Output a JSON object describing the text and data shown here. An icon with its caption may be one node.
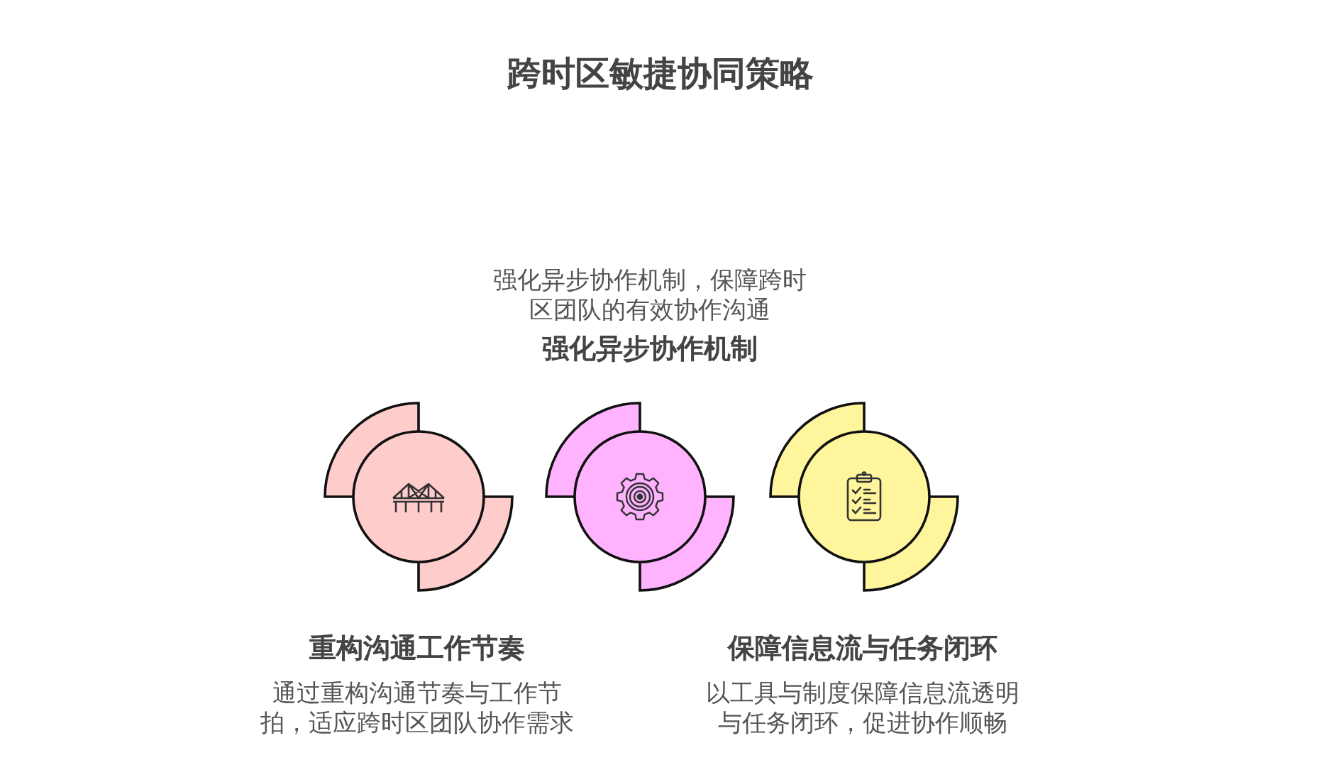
{
  "diagram": {
    "title": "跨时区敏捷协同策略",
    "nodes": [
      {
        "text": [
          "重构沟通工作节奏",
          "通过重构沟通节奏与工作节拍，适应跨时区团队协作需求"
        ]
      },
      {
        "text": [
          "强化异步协作机制，保障跨时区团队的有效协作沟通",
          "强化异步协作机制"
        ]
      },
      {
        "text": [
          "保障信息流与任务闭环",
          "以工具与制度保障信息流透明与任务闭环，促进协作顺畅"
        ]
      }
    ]
  }
}
